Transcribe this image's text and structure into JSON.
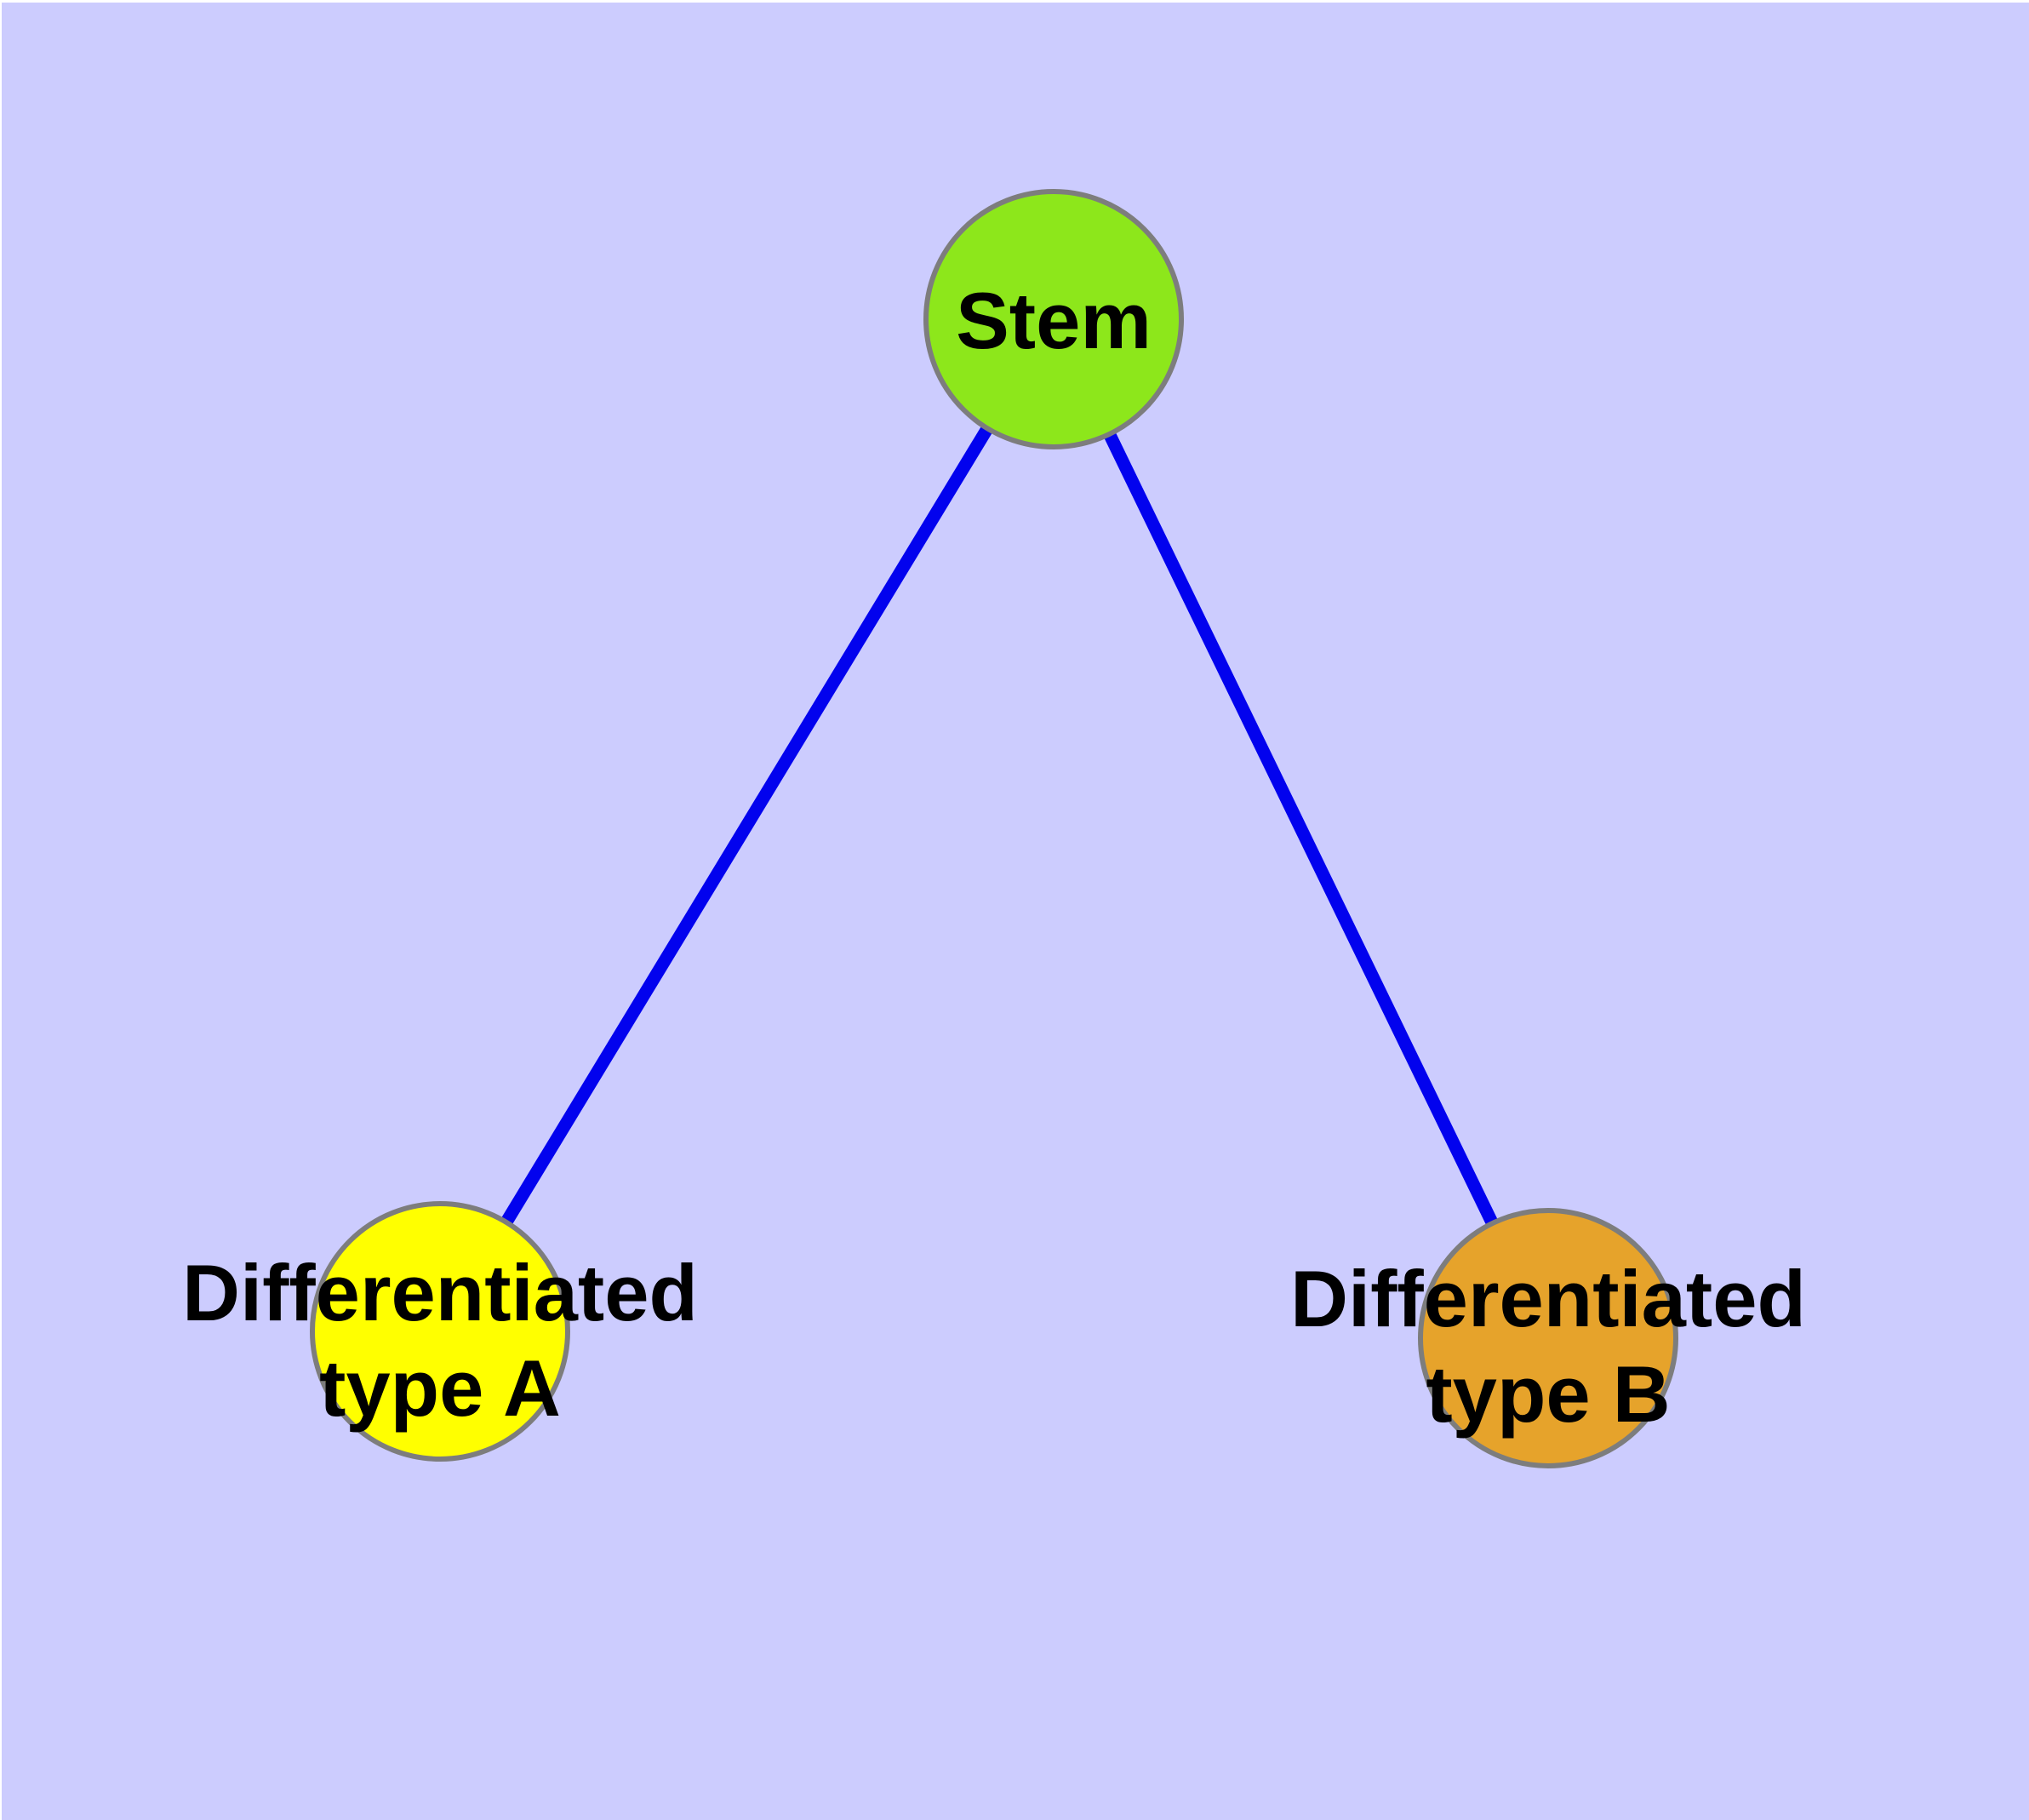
{
  "diagram": {
    "background": {
      "canvas_color": "#CCCCFE",
      "margin_color": "#FFFFFF"
    },
    "edge_style": {
      "color": "#0202EE"
    },
    "nodes": [
      {
        "id": "stem",
        "label": "Stem",
        "fill": "#8DE71B"
      },
      {
        "id": "differentiated-type-a",
        "label_line1": "Differentiated",
        "label_line2": "type A",
        "fill": "#FFFF00"
      },
      {
        "id": "differentiated-type-b",
        "label_line1": "Differentiated",
        "label_line2": "type B",
        "fill": "#E6A32B"
      }
    ],
    "edges": [
      {
        "from": "stem",
        "to": "differentiated-type-a"
      },
      {
        "from": "stem",
        "to": "differentiated-type-b"
      }
    ]
  }
}
